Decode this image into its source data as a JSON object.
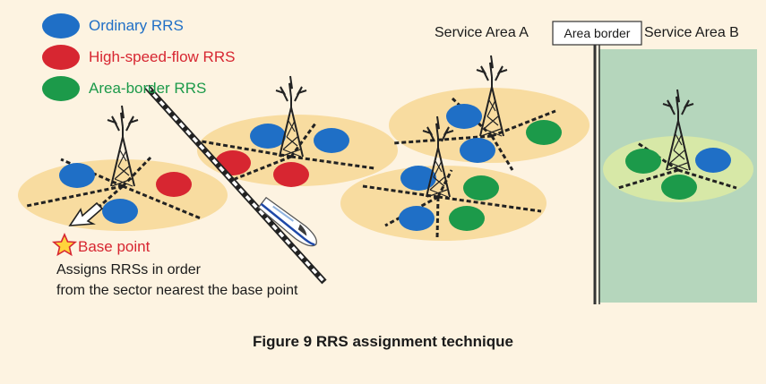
{
  "legend": [
    {
      "label": "Ordinary RRS",
      "color": "#1f6fc6"
    },
    {
      "label": "High-speed-flow RRS",
      "color": "#d72631"
    },
    {
      "label": "Area-border RRS",
      "color": "#1c9a4a"
    }
  ],
  "service_area_a": "Service Area A",
  "area_border": "Area border",
  "service_area_b": "Service Area B",
  "base_point": "Base point",
  "note_line1": "Assigns RRSs in order",
  "note_line2": "from the sector nearest the base point",
  "caption": "Figure 9  RRS assignment technique",
  "colors": {
    "background": "#fdf3e1",
    "cell": "#f8dca0",
    "area_b_fill": "#b5d6bc",
    "area_b_cell": "#d7e8a7"
  }
}
